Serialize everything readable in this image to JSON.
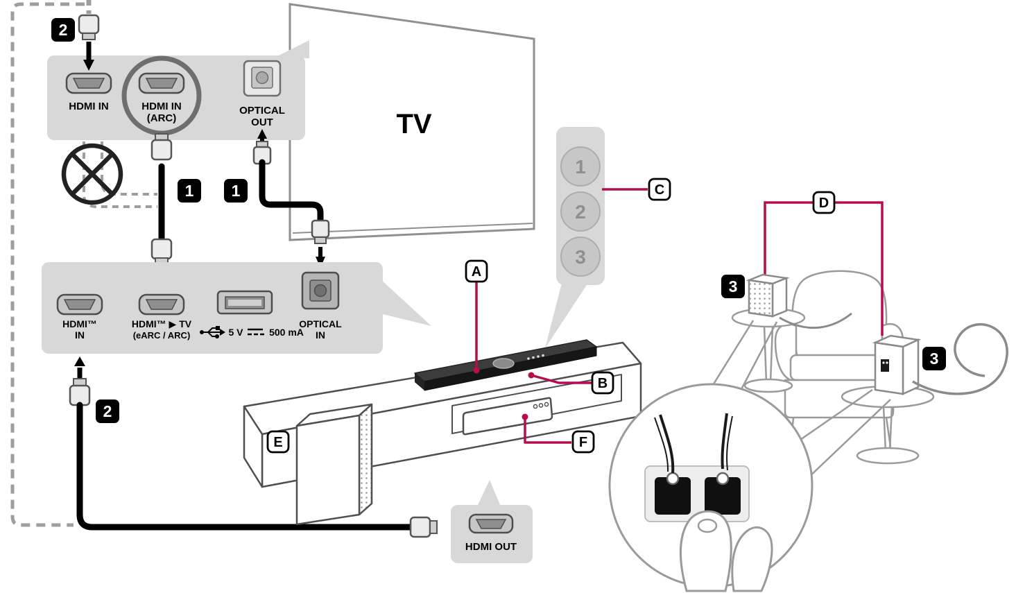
{
  "diagram": {
    "tv_label": "TV",
    "tv_rear_panel": {
      "hdmi_in": "HDMI IN",
      "hdmi_arc_line1": "HDMI IN",
      "hdmi_arc_line2": "(ARC)",
      "optical_out_line1": "OPTICAL",
      "optical_out_line2": "OUT"
    },
    "soundbar_rear_panel": {
      "hdmi_in_line1": "HDMI™",
      "hdmi_in_line2": "IN",
      "hdmi_tv_line1": "HDMI™ ▶ TV",
      "hdmi_tv_line2": "(eARC / ARC)",
      "usb_voltage": "5 V",
      "usb_current": "500 mA",
      "optical_in_line1": "OPTICAL",
      "optical_in_line2": "IN"
    },
    "hdmi_out_panel": {
      "label": "HDMI OUT"
    },
    "step_badges": {
      "step1": "1",
      "step2": "2",
      "step3": "3"
    },
    "letter_badges": {
      "a": "A",
      "b": "B",
      "c": "C",
      "d": "D",
      "e": "E",
      "f": "F"
    },
    "speaker_selector": {
      "button1": "1",
      "button2": "2",
      "button3": "3"
    },
    "colors": {
      "accent": "#b60d4e",
      "panel": "#d8d8d8",
      "outline": "#8f8f8f",
      "cable": "#000000"
    }
  }
}
